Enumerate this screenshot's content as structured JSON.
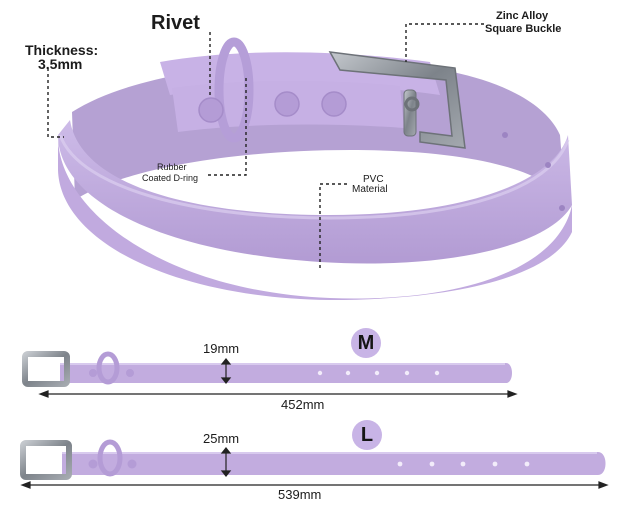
{
  "callouts": {
    "rivet": "Rivet",
    "thickness_label": "Thickness:",
    "thickness_value": "3.5mm",
    "buckle_line1": "Zinc Alloy",
    "buckle_line2": "Square Buckle",
    "dring_line1": "Rubber",
    "dring_line2": "Coated D-ring",
    "material_line1": "PVC",
    "material_line2": "Material"
  },
  "sizes": [
    {
      "size": "M",
      "width": "19mm",
      "length": "452mm"
    },
    {
      "size": "L",
      "width": "25mm",
      "length": "539mm"
    }
  ],
  "colors": {
    "collar": "#c2acdf",
    "collar_shade": "#ab93cc",
    "collar_highlight": "#d9cbee",
    "buckle": "#8a8f96",
    "badge": "#c8b4e6",
    "text": "#1c1c1c"
  }
}
